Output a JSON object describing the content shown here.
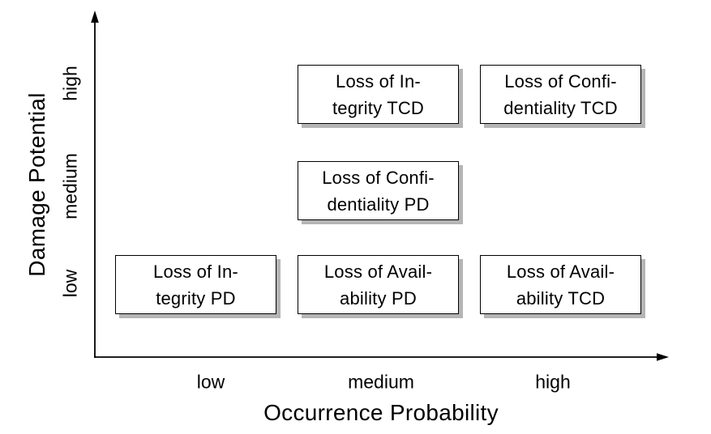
{
  "figure": {
    "background": "#ffffff",
    "text_color": "#000000",
    "axis_color": "#000000",
    "box_fill": "#ffffff",
    "box_border": "#000000",
    "box_shadow_color": "#b5b5b5"
  },
  "chart_data": {
    "type": "scatter",
    "title": "",
    "xlabel": "Occurrence Probability",
    "ylabel": "Damage Potential",
    "x_ticks": [
      "low",
      "medium",
      "high"
    ],
    "y_ticks": [
      "low",
      "medium",
      "high"
    ],
    "grid": false,
    "legend": false,
    "points": [
      {
        "x": "medium",
        "y": "high",
        "label": "Loss of Integrity TCD",
        "lines": [
          "Loss of In-",
          "tegrity TCD"
        ]
      },
      {
        "x": "high",
        "y": "high",
        "label": "Loss of Confidentiality TCD",
        "lines": [
          "Loss of Confi-",
          "dentiality TCD"
        ]
      },
      {
        "x": "medium",
        "y": "medium",
        "label": "Loss of Confidentiality PD",
        "lines": [
          "Loss of Confi-",
          "dentiality PD"
        ]
      },
      {
        "x": "low",
        "y": "low",
        "label": "Loss of Integrity PD",
        "lines": [
          "Loss of In-",
          "tegrity PD"
        ]
      },
      {
        "x": "medium",
        "y": "low",
        "label": "Loss of Availability PD",
        "lines": [
          "Loss of Avail-",
          "ability PD"
        ]
      },
      {
        "x": "high",
        "y": "low",
        "label": "Loss of Availability TCD",
        "lines": [
          "Loss of Avail-",
          "ability TCD"
        ]
      }
    ]
  }
}
